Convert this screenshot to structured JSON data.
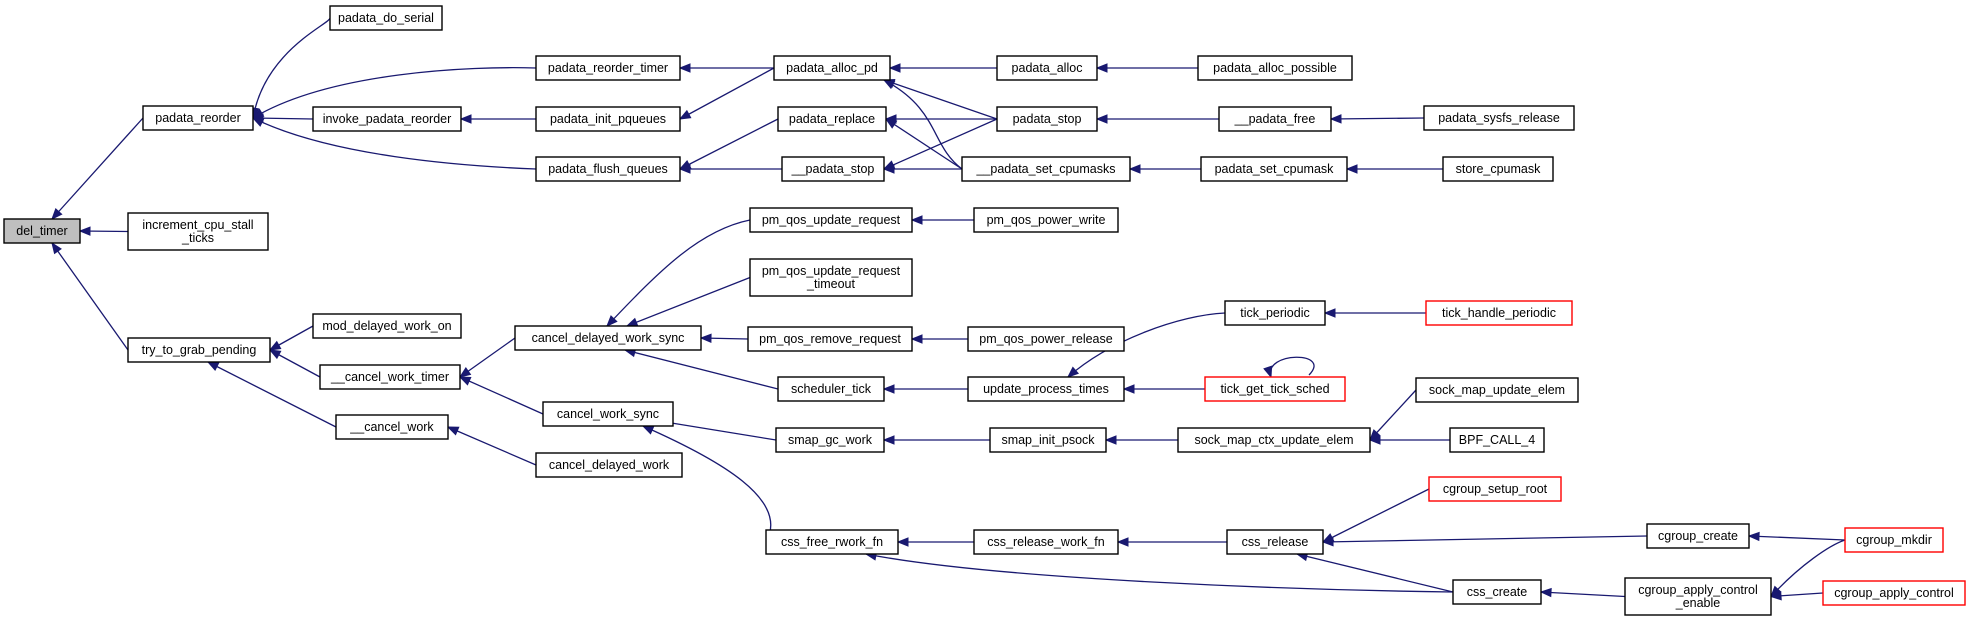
{
  "diagram": {
    "type": "call-graph",
    "colors": {
      "edge": "#191970",
      "truncated_border": "#ff0000",
      "root_fill": "#bfbfbf",
      "node_border": "#000000"
    },
    "nodes": [
      {
        "id": "del_timer",
        "lines": [
          "del_timer"
        ],
        "root": true
      },
      {
        "id": "padata_reorder",
        "lines": [
          "padata_reorder"
        ]
      },
      {
        "id": "increment_cpu_stall_ticks",
        "lines": [
          "increment_cpu_stall",
          "_ticks"
        ]
      },
      {
        "id": "try_to_grab_pending",
        "lines": [
          "try_to_grab_pending"
        ]
      },
      {
        "id": "padata_do_serial",
        "lines": [
          "padata_do_serial"
        ]
      },
      {
        "id": "padata_reorder_timer",
        "lines": [
          "padata_reorder_timer"
        ]
      },
      {
        "id": "invoke_padata_reorder",
        "lines": [
          "invoke_padata_reorder"
        ]
      },
      {
        "id": "padata_flush_queues",
        "lines": [
          "padata_flush_queues"
        ]
      },
      {
        "id": "mod_delayed_work_on",
        "lines": [
          "mod_delayed_work_on"
        ]
      },
      {
        "id": "__cancel_work_timer",
        "lines": [
          "__cancel_work_timer"
        ]
      },
      {
        "id": "__cancel_work",
        "lines": [
          "__cancel_work"
        ]
      },
      {
        "id": "padata_init_pqueues",
        "lines": [
          "padata_init_pqueues"
        ]
      },
      {
        "id": "cancel_delayed_work_sync",
        "lines": [
          "cancel_delayed_work_sync"
        ]
      },
      {
        "id": "cancel_work_sync",
        "lines": [
          "cancel_work_sync"
        ]
      },
      {
        "id": "cancel_delayed_work",
        "lines": [
          "cancel_delayed_work"
        ]
      },
      {
        "id": "padata_alloc_pd",
        "lines": [
          "padata_alloc_pd"
        ]
      },
      {
        "id": "padata_replace",
        "lines": [
          "padata_replace"
        ]
      },
      {
        "id": "__padata_stop",
        "lines": [
          "__padata_stop"
        ]
      },
      {
        "id": "pm_qos_update_request",
        "lines": [
          "pm_qos_update_request"
        ]
      },
      {
        "id": "pm_qos_update_request_timeout",
        "lines": [
          "pm_qos_update_request",
          "_timeout"
        ]
      },
      {
        "id": "pm_qos_remove_request",
        "lines": [
          "pm_qos_remove_request"
        ]
      },
      {
        "id": "scheduler_tick",
        "lines": [
          "scheduler_tick"
        ]
      },
      {
        "id": "smap_gc_work",
        "lines": [
          "smap_gc_work"
        ]
      },
      {
        "id": "css_free_rwork_fn",
        "lines": [
          "css_free_rwork_fn"
        ]
      },
      {
        "id": "padata_alloc",
        "lines": [
          "padata_alloc"
        ]
      },
      {
        "id": "padata_stop",
        "lines": [
          "padata_stop"
        ]
      },
      {
        "id": "__padata_set_cpumasks",
        "lines": [
          "__padata_set_cpumasks"
        ]
      },
      {
        "id": "pm_qos_power_write",
        "lines": [
          "pm_qos_power_write"
        ]
      },
      {
        "id": "pm_qos_power_release",
        "lines": [
          "pm_qos_power_release"
        ]
      },
      {
        "id": "update_process_times",
        "lines": [
          "update_process_times"
        ]
      },
      {
        "id": "smap_init_psock",
        "lines": [
          "smap_init_psock"
        ]
      },
      {
        "id": "css_release_work_fn",
        "lines": [
          "css_release_work_fn"
        ]
      },
      {
        "id": "padata_alloc_possible",
        "lines": [
          "padata_alloc_possible"
        ]
      },
      {
        "id": "__padata_free",
        "lines": [
          "__padata_free"
        ]
      },
      {
        "id": "padata_set_cpumask",
        "lines": [
          "padata_set_cpumask"
        ]
      },
      {
        "id": "tick_periodic",
        "lines": [
          "tick_periodic"
        ]
      },
      {
        "id": "tick_get_tick_sched",
        "lines": [
          "tick_get_tick_sched"
        ],
        "truncated": true
      },
      {
        "id": "sock_map_ctx_update_elem",
        "lines": [
          "sock_map_ctx_update_elem"
        ]
      },
      {
        "id": "css_release",
        "lines": [
          "css_release"
        ]
      },
      {
        "id": "css_create",
        "lines": [
          "css_create"
        ]
      },
      {
        "id": "padata_sysfs_release",
        "lines": [
          "padata_sysfs_release"
        ]
      },
      {
        "id": "store_cpumask",
        "lines": [
          "store_cpumask"
        ]
      },
      {
        "id": "tick_handle_periodic",
        "lines": [
          "tick_handle_periodic"
        ],
        "truncated": true
      },
      {
        "id": "sock_map_update_elem",
        "lines": [
          "sock_map_update_elem"
        ]
      },
      {
        "id": "BPF_CALL_4",
        "lines": [
          "BPF_CALL_4"
        ]
      },
      {
        "id": "cgroup_setup_root",
        "lines": [
          "cgroup_setup_root"
        ],
        "truncated": true
      },
      {
        "id": "cgroup_create",
        "lines": [
          "cgroup_create"
        ]
      },
      {
        "id": "cgroup_apply_control_enable",
        "lines": [
          "cgroup_apply_control",
          "_enable"
        ]
      },
      {
        "id": "cgroup_mkdir",
        "lines": [
          "cgroup_mkdir"
        ],
        "truncated": true
      },
      {
        "id": "cgroup_apply_control",
        "lines": [
          "cgroup_apply_control"
        ],
        "truncated": true
      }
    ],
    "edges": [
      [
        "padata_reorder",
        "del_timer"
      ],
      [
        "increment_cpu_stall_ticks",
        "del_timer"
      ],
      [
        "try_to_grab_pending",
        "del_timer"
      ],
      [
        "padata_do_serial",
        "padata_reorder"
      ],
      [
        "padata_reorder_timer",
        "padata_reorder"
      ],
      [
        "invoke_padata_reorder",
        "padata_reorder"
      ],
      [
        "padata_flush_queues",
        "padata_reorder"
      ],
      [
        "mod_delayed_work_on",
        "try_to_grab_pending"
      ],
      [
        "__cancel_work_timer",
        "try_to_grab_pending"
      ],
      [
        "__cancel_work",
        "try_to_grab_pending"
      ],
      [
        "padata_alloc_pd",
        "padata_reorder_timer"
      ],
      [
        "padata_init_pqueues",
        "invoke_padata_reorder"
      ],
      [
        "padata_replace",
        "padata_flush_queues"
      ],
      [
        "__padata_stop",
        "padata_flush_queues"
      ],
      [
        "cancel_delayed_work_sync",
        "__cancel_work_timer"
      ],
      [
        "cancel_work_sync",
        "__cancel_work_timer"
      ],
      [
        "cancel_delayed_work",
        "__cancel_work"
      ],
      [
        "padata_alloc_pd",
        "padata_init_pqueues"
      ],
      [
        "pm_qos_update_request",
        "cancel_delayed_work_sync"
      ],
      [
        "pm_qos_update_request_timeout",
        "cancel_delayed_work_sync"
      ],
      [
        "pm_qos_remove_request",
        "cancel_delayed_work_sync"
      ],
      [
        "scheduler_tick",
        "cancel_delayed_work_sync"
      ],
      [
        "smap_gc_work",
        "cancel_work_sync"
      ],
      [
        "css_free_rwork_fn",
        "cancel_work_sync"
      ],
      [
        "padata_alloc",
        "padata_alloc_pd"
      ],
      [
        "padata_stop",
        "padata_alloc_pd"
      ],
      [
        "__padata_set_cpumasks",
        "padata_alloc_pd"
      ],
      [
        "padata_stop",
        "padata_replace"
      ],
      [
        "__padata_set_cpumasks",
        "padata_replace"
      ],
      [
        "padata_stop",
        "__padata_stop"
      ],
      [
        "__padata_set_cpumasks",
        "__padata_stop"
      ],
      [
        "pm_qos_power_write",
        "pm_qos_update_request"
      ],
      [
        "pm_qos_power_release",
        "pm_qos_remove_request"
      ],
      [
        "update_process_times",
        "scheduler_tick"
      ],
      [
        "smap_init_psock",
        "smap_gc_work"
      ],
      [
        "css_release_work_fn",
        "css_free_rwork_fn"
      ],
      [
        "css_create",
        "css_free_rwork_fn"
      ],
      [
        "padata_alloc_possible",
        "padata_alloc"
      ],
      [
        "__padata_free",
        "padata_stop"
      ],
      [
        "padata_set_cpumask",
        "__padata_set_cpumasks"
      ],
      [
        "tick_periodic",
        "update_process_times"
      ],
      [
        "tick_get_tick_sched",
        "update_process_times"
      ],
      [
        "tick_get_tick_sched",
        "tick_get_tick_sched"
      ],
      [
        "sock_map_ctx_update_elem",
        "smap_init_psock"
      ],
      [
        "css_release",
        "css_release_work_fn"
      ],
      [
        "padata_sysfs_release",
        "__padata_free"
      ],
      [
        "store_cpumask",
        "padata_set_cpumask"
      ],
      [
        "tick_handle_periodic",
        "tick_periodic"
      ],
      [
        "sock_map_update_elem",
        "sock_map_ctx_update_elem"
      ],
      [
        "BPF_CALL_4",
        "sock_map_ctx_update_elem"
      ],
      [
        "cgroup_setup_root",
        "css_release"
      ],
      [
        "cgroup_create",
        "css_release"
      ],
      [
        "css_create",
        "css_release"
      ],
      [
        "cgroup_apply_control_enable",
        "css_create"
      ],
      [
        "cgroup_mkdir",
        "cgroup_create"
      ],
      [
        "cgroup_mkdir",
        "cgroup_apply_control_enable"
      ],
      [
        "cgroup_apply_control",
        "cgroup_apply_control_enable"
      ]
    ]
  }
}
